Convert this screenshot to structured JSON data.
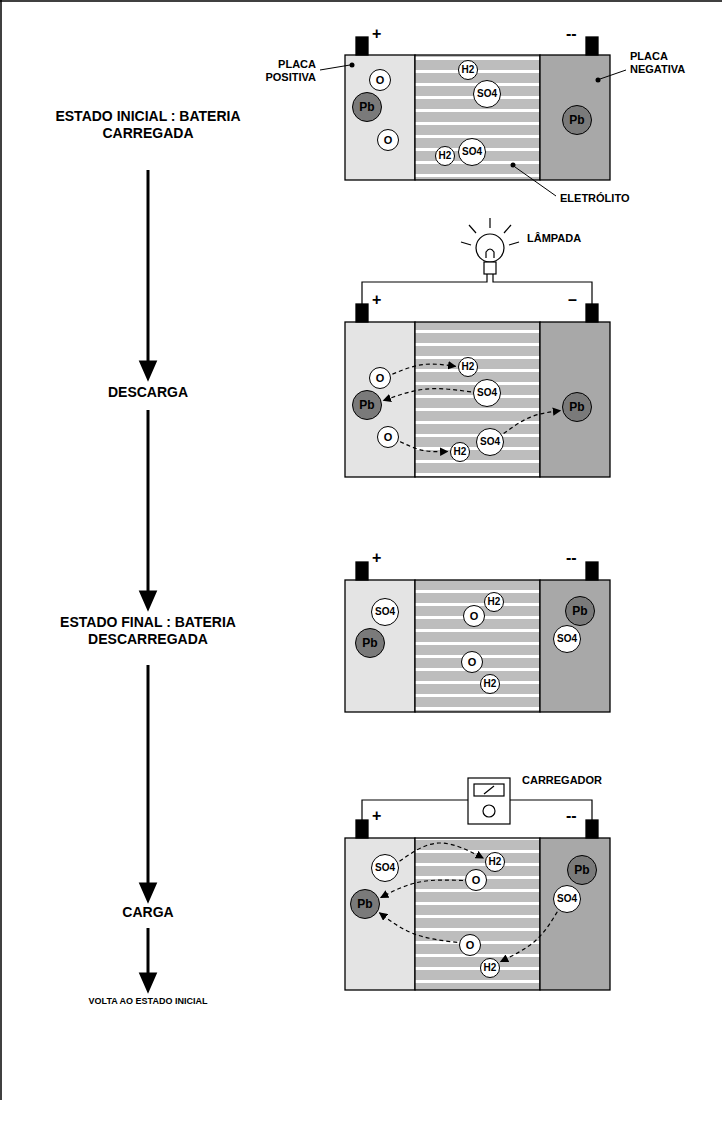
{
  "diagram": {
    "nodes": [
      {
        "text": [
          "O"
        ]
      },
      {
        "text": [
          "Pb"
        ]
      },
      {
        "text": [
          "O"
        ]
      },
      {
        "text": [
          "H2"
        ]
      },
      {
        "text": [
          "SO4"
        ]
      },
      {
        "text": [
          "H2"
        ]
      },
      {
        "text": [
          "SO4"
        ]
      },
      {
        "text": [
          "Pb"
        ]
      },
      {
        "text": [
          "O"
        ]
      },
      {
        "text": [
          "Pb"
        ]
      },
      {
        "text": [
          "O"
        ]
      },
      {
        "text": [
          "H2"
        ]
      },
      {
        "text": [
          "SO4"
        ]
      },
      {
        "text": [
          "H2"
        ]
      },
      {
        "text": [
          "SO4"
        ]
      },
      {
        "text": [
          "Pb"
        ]
      },
      {
        "text": [
          "SO4"
        ]
      },
      {
        "text": [
          "Pb"
        ]
      },
      {
        "text": [
          "O"
        ]
      },
      {
        "text": [
          "H2"
        ]
      },
      {
        "text": [
          "O"
        ]
      },
      {
        "text": [
          "H2"
        ]
      },
      {
        "text": [
          "Pb"
        ]
      },
      {
        "text": [
          "SO4"
        ]
      },
      {
        "text": [
          "SO4"
        ]
      },
      {
        "text": [
          "Pb"
        ]
      },
      {
        "text": [
          "O"
        ]
      },
      {
        "text": [
          "H2"
        ]
      },
      {
        "text": [
          "O"
        ]
      },
      {
        "text": [
          "H2"
        ]
      },
      {
        "text": [
          "Pb"
        ]
      },
      {
        "text": [
          "SO4"
        ]
      }
    ],
    "edges": [
      {
        "from": 8,
        "to": 11,
        "arrow": "to"
      },
      {
        "from": 12,
        "to": 9,
        "arrow": "to"
      },
      {
        "from": 10,
        "to": 13,
        "arrow": "to"
      },
      {
        "from": 14,
        "to": 15,
        "arrow": "to"
      },
      {
        "from": 24,
        "to": 27,
        "arrow": "to"
      },
      {
        "from": 26,
        "to": 25,
        "arrow": "to"
      },
      {
        "from": 28,
        "to": 25,
        "arrow": "to"
      },
      {
        "from": 31,
        "to": 29,
        "arrow": "to"
      }
    ],
    "labels": [
      "ESTADO INICIAL : BATERIA CARREGADA",
      "DESCARGA",
      "ESTADO FINAL : BATERIA DESCARREGADA",
      "CARGA",
      "VOLTA AO ESTADO INICIAL",
      "+",
      "--",
      "PLACA POSITIVA",
      "PLACA NEGATIVA",
      "ELETRÓLITO",
      "LÂMPADA",
      "+",
      "–",
      "+",
      "--",
      "CARREGADOR",
      "+",
      "--"
    ]
  }
}
